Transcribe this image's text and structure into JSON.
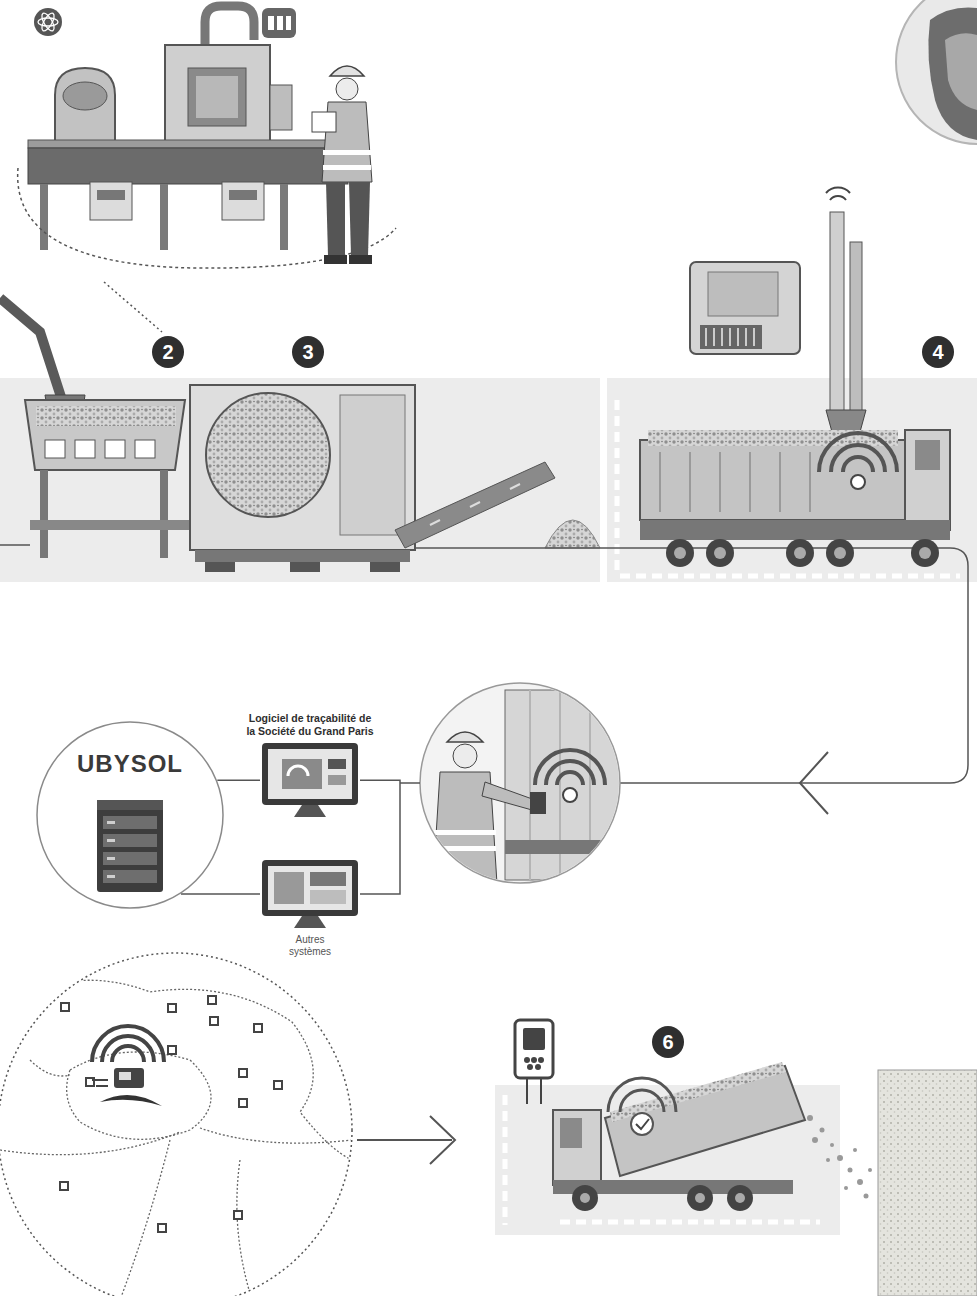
{
  "diagram": {
    "nodes": [
      {
        "text": [
          "UBYSOL"
        ]
      },
      {
        "text": [
          "Logiciel de traçabilité de la Société du Grand Paris"
        ]
      },
      {
        "text": [
          "Autres systèmes"
        ]
      }
    ],
    "edges": [
      {
        "from": 0,
        "to": 1,
        "arrow": "none"
      },
      {
        "from": 0,
        "to": 2,
        "arrow": "none"
      }
    ],
    "labels": [
      "2",
      "3",
      "4",
      "6"
    ]
  }
}
